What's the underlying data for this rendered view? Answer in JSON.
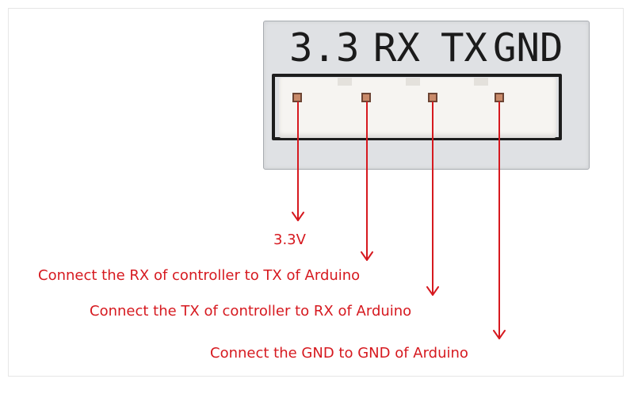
{
  "pins": [
    {
      "label": "3.3"
    },
    {
      "label": "RX"
    },
    {
      "label": "TX"
    },
    {
      "label": "GND"
    }
  ],
  "annotations": [
    {
      "text": "3.3V"
    },
    {
      "text": "Connect the RX of controller to TX of Arduino"
    },
    {
      "text": "Connect the TX of controller to RX of Arduino"
    },
    {
      "text": "Connect the GND to GND of Arduino"
    }
  ],
  "colors": {
    "annotation": "#d6191f",
    "board": "#dfe1e4",
    "connector": "#f6f4f1"
  }
}
